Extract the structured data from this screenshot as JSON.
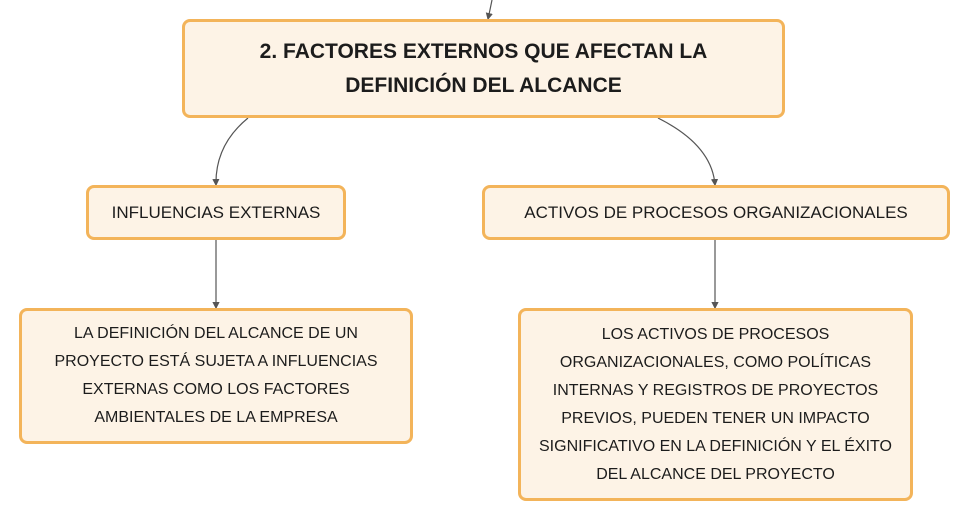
{
  "colors": {
    "node_fill": "#fdf3e6",
    "node_border": "#f3b45a",
    "text": "#1c1c1c",
    "connector": "#555555"
  },
  "diagram": {
    "root": {
      "label": "2. FACTORES EXTERNOS QUE AFECTAN LA DEFINICIÓN DEL ALCANCE"
    },
    "branches": [
      {
        "label": "INFLUENCIAS EXTERNAS",
        "detail": "LA DEFINICIÓN DEL ALCANCE DE UN PROYECTO ESTÁ SUJETA A INFLUENCIAS EXTERNAS COMO LOS FACTORES AMBIENTALES DE LA EMPRESA"
      },
      {
        "label": "ACTIVOS DE PROCESOS ORGANIZACIONALES",
        "detail": "LOS ACTIVOS DE PROCESOS ORGANIZACIONALES, COMO POLÍTICAS INTERNAS Y REGISTROS DE PROYECTOS PREVIOS, PUEDEN TENER UN IMPACTO SIGNIFICATIVO EN LA DEFINICIÓN Y EL ÉXITO DEL ALCANCE DEL PROYECTO"
      }
    ]
  }
}
